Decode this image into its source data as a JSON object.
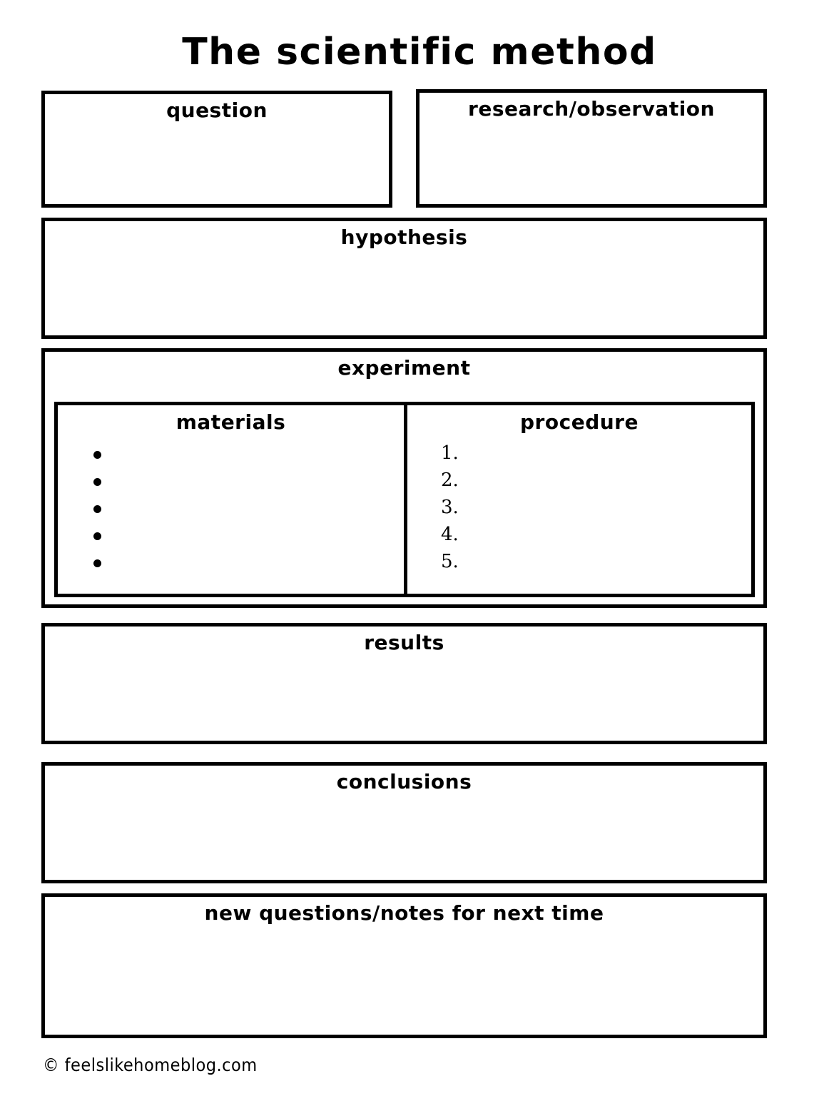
{
  "document": {
    "title": "The scientific method",
    "footer": "© feelslikehomeblog.com",
    "ink_color": "#000000",
    "paper_color": "#ffffff"
  },
  "sections": {
    "question": {
      "label": "question"
    },
    "research": {
      "label": "research/observation"
    },
    "hypothesis": {
      "label": "hypothesis"
    },
    "experiment": {
      "label": "experiment",
      "materials": {
        "label": "materials",
        "bullets": [
          "",
          "",
          "",
          "",
          ""
        ],
        "bullet_count": 5
      },
      "procedure": {
        "label": "procedure",
        "items": [
          "1.",
          "2.",
          "3.",
          "4.",
          "5."
        ],
        "item_count": 5
      }
    },
    "results": {
      "label": "results"
    },
    "conclusions": {
      "label": "conclusions"
    },
    "new_questions": {
      "label": "new questions/notes for next time"
    }
  }
}
